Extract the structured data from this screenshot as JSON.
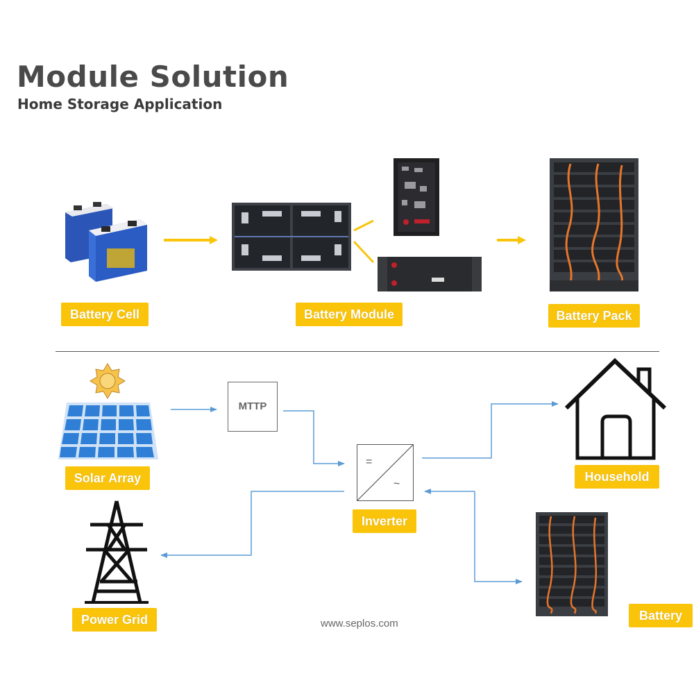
{
  "header": {
    "title": "Module Solution",
    "subtitle": "Home Storage Application"
  },
  "top_flow": {
    "battery_cell_label": "Battery Cell",
    "battery_module_label": "Battery Module",
    "battery_pack_label": "Battery Pack"
  },
  "bottom_flow": {
    "solar_label": "Solar Array",
    "mttp_label": "MTTP",
    "inverter_label": "Inverter",
    "inverter_dc_symbol": "=",
    "inverter_ac_symbol": "~",
    "household_label": "Household",
    "grid_label": "Power Grid",
    "battery_label": "Battery"
  },
  "footer": {
    "website": "www.seplos.com"
  },
  "colors": {
    "accent_yellow": "#f9c40a",
    "flow_blue": "#5b9bd5",
    "solar_blue": "#2f7fd6",
    "sun_gold": "#f7c24a"
  }
}
